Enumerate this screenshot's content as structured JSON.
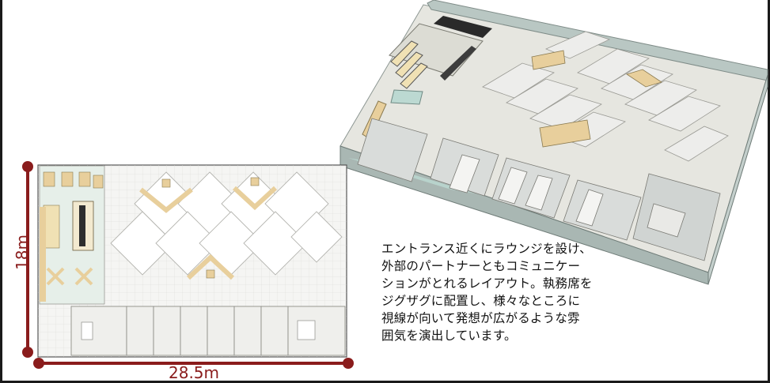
{
  "colors": {
    "dimension": "#8a1c1c",
    "frame": "#1a1a1a",
    "floor": "#f2f2f0",
    "wood": "#e8cf9c",
    "glass": "#bcd9d2",
    "wall_3d": "#9aa8a4"
  },
  "dimensions": {
    "height": "18m",
    "width": "28.5m"
  },
  "description": {
    "lines": [
      "エントランス近くにラウンジを設け、",
      "外部のパートナーともコミュニケー",
      "ションがとれるレイアウト。執務席を",
      "ジグザグに配置し、様々なところに",
      "視線が向いて発想が広がるような雰",
      "囲気を演出しています。"
    ]
  }
}
